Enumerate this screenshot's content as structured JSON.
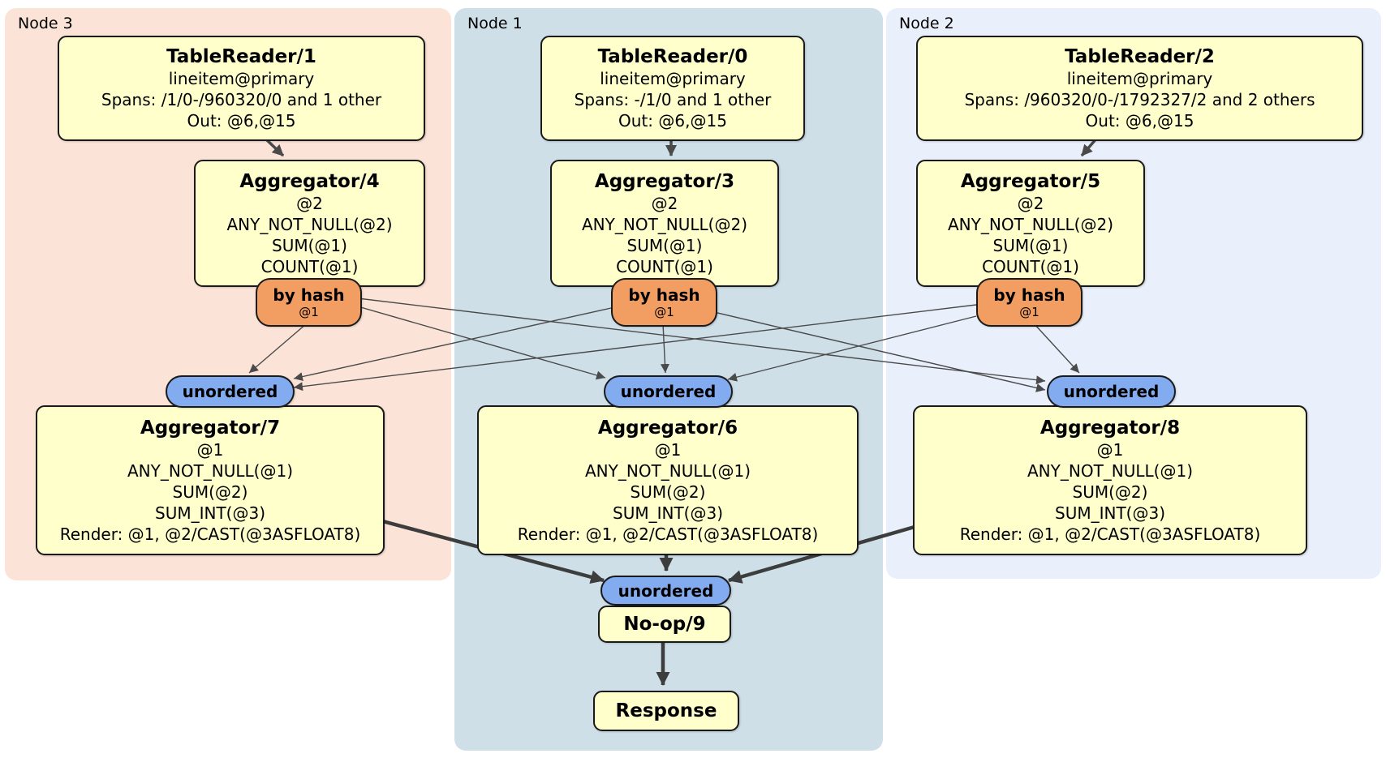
{
  "groups": [
    {
      "id": "node3",
      "label": "Node 3"
    },
    {
      "id": "node1",
      "label": "Node 1"
    },
    {
      "id": "node2",
      "label": "Node 2"
    }
  ],
  "boxes": {
    "tr1": {
      "title": "TableReader/1",
      "lines": [
        "lineitem@primary",
        "Spans: /1/0-/960320/0 and 1 other",
        "Out: @6,@15"
      ]
    },
    "tr0": {
      "title": "TableReader/0",
      "lines": [
        "lineitem@primary",
        "Spans: -/1/0 and 1 other",
        "Out: @6,@15"
      ]
    },
    "tr2": {
      "title": "TableReader/2",
      "lines": [
        "lineitem@primary",
        "Spans: /960320/0-/1792327/2 and 2 others",
        "Out: @6,@15"
      ]
    },
    "agg4": {
      "title": "Aggregator/4",
      "lines": [
        "@2",
        "ANY_NOT_NULL(@2)",
        "SUM(@1)",
        "COUNT(@1)"
      ]
    },
    "agg3": {
      "title": "Aggregator/3",
      "lines": [
        "@2",
        "ANY_NOT_NULL(@2)",
        "SUM(@1)",
        "COUNT(@1)"
      ]
    },
    "agg5": {
      "title": "Aggregator/5",
      "lines": [
        "@2",
        "ANY_NOT_NULL(@2)",
        "SUM(@1)",
        "COUNT(@1)"
      ]
    },
    "agg7": {
      "title": "Aggregator/7",
      "lines": [
        "@1",
        "ANY_NOT_NULL(@1)",
        "SUM(@2)",
        "SUM_INT(@3)",
        "Render: @1, @2/CAST(@3ASFLOAT8)"
      ]
    },
    "agg6": {
      "title": "Aggregator/6",
      "lines": [
        "@1",
        "ANY_NOT_NULL(@1)",
        "SUM(@2)",
        "SUM_INT(@3)",
        "Render: @1, @2/CAST(@3ASFLOAT8)"
      ]
    },
    "agg8": {
      "title": "Aggregator/8",
      "lines": [
        "@1",
        "ANY_NOT_NULL(@1)",
        "SUM(@2)",
        "SUM_INT(@3)",
        "Render: @1, @2/CAST(@3ASFLOAT8)"
      ]
    },
    "noop": {
      "title": "No-op/9"
    },
    "response": {
      "title": "Response"
    }
  },
  "router": {
    "label": "by hash",
    "sub": "@1"
  },
  "sync": {
    "label": "unordered"
  },
  "colors": {
    "node3_bg": "#fce3d7",
    "node1_bg": "#cfdfe8",
    "node2_bg": "#eaf0fb",
    "processor_bg": "#ffffcc",
    "router_bg": "#f29e63",
    "sync_bg": "#82abf0",
    "edge": "#4a4a4a"
  }
}
